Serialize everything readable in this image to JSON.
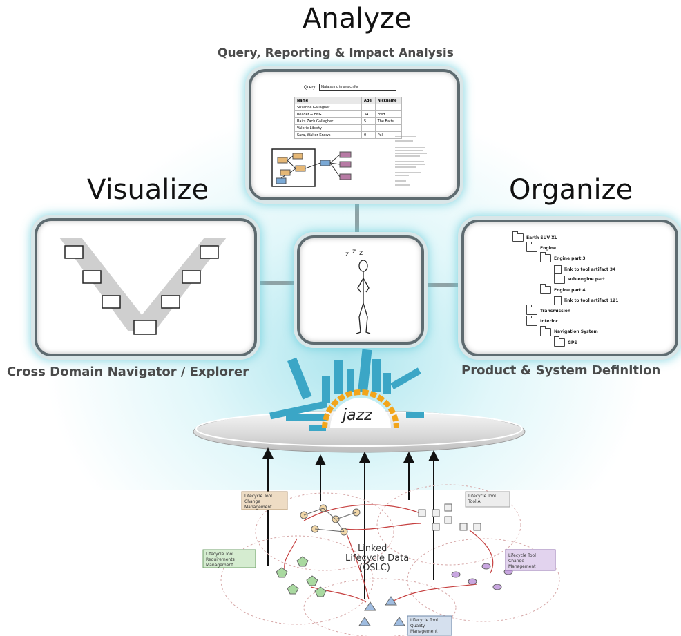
{
  "headings": {
    "analyze": "Analyze",
    "analyze_subtitle": "Query, Reporting & Impact Analysis",
    "visualize": "Visualize",
    "visualize_subtitle": "Cross Domain Navigator / Explorer",
    "organize": "Organize",
    "organize_subtitle": "Product & System Definition"
  },
  "query_panel": {
    "query_label": "Query:",
    "query_value": "[data string to search for",
    "columns": [
      "Name",
      "Age",
      "Nickname"
    ],
    "rows": [
      [
        "Suzanne Gallagher",
        "",
        ""
      ],
      [
        "Reader & ENG",
        "34",
        "Fred"
      ],
      [
        "Baits Zach Gallagher",
        "5",
        "The Baits"
      ],
      [
        "Valerie Liberty",
        "",
        ""
      ],
      [
        "Sara, Walter Knows",
        "0",
        "Pal"
      ]
    ]
  },
  "organize_tree": [
    {
      "label": "Earth SUV XL",
      "kind": "folder",
      "level": 0
    },
    {
      "label": "Engine",
      "kind": "folder",
      "level": 1
    },
    {
      "label": "Engine part 3",
      "kind": "folder",
      "level": 2
    },
    {
      "label": "link to tool artifact 34",
      "kind": "doc",
      "level": 3
    },
    {
      "label": "sub-engine part",
      "kind": "folder",
      "level": 3
    },
    {
      "label": "Engine part 4",
      "kind": "folder",
      "level": 2
    },
    {
      "label": "link to tool artifact 121",
      "kind": "doc",
      "level": 3
    },
    {
      "label": "Transmission",
      "kind": "folder",
      "level": 1
    },
    {
      "label": "Interior",
      "kind": "folder",
      "level": 1
    },
    {
      "label": "Navigation System",
      "kind": "folder",
      "level": 2
    },
    {
      "label": "GPS",
      "kind": "folder",
      "level": 3
    }
  ],
  "hub": {
    "logo_text": "jazz"
  },
  "lifecycle": {
    "center_line1": "Linked",
    "center_line2": "Lifecycle Data",
    "center_line3": "(OSLC)",
    "tools": [
      {
        "id": "change",
        "line1": "Lifecycle Tool",
        "line2": "Change",
        "line3": "Management",
        "fill": "#eedcc4",
        "stroke": "#b79a74"
      },
      {
        "id": "toola",
        "line1": "Lifecycle Tool",
        "line2": "Tool A",
        "line3": "",
        "fill": "#ededed",
        "stroke": "#a3a3a3"
      },
      {
        "id": "requirements",
        "line1": "Lifecycle Tool",
        "line2": "Requirements",
        "line3": "Management",
        "fill": "#d5ecd0",
        "stroke": "#6fa069"
      },
      {
        "id": "change2",
        "line1": "Lifecycle Tool",
        "line2": "Change",
        "line3": "Management",
        "fill": "#e2d3ee",
        "stroke": "#8e6aac"
      },
      {
        "id": "quality",
        "line1": "Lifecycle Tool",
        "line2": "Quality",
        "line3": "Management",
        "fill": "#d5e0ee",
        "stroke": "#6e88a8"
      }
    ]
  },
  "colors": {
    "glow": "#a0e1eb",
    "panel_border": "#5e6b70",
    "jazz_bars": "#3ba6c6",
    "jazz_orange": "#f2a51b"
  }
}
